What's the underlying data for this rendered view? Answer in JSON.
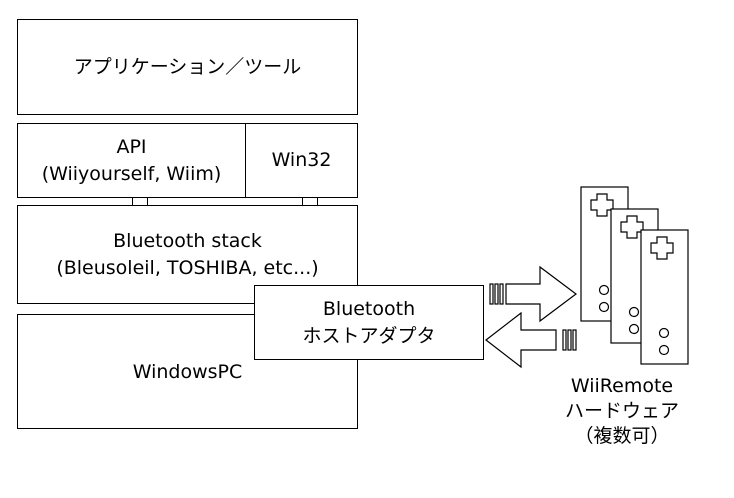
{
  "layers": {
    "app": {
      "label": "アプリケーション／ツール"
    },
    "api": {
      "line1": "API",
      "line2": "(Wiiyourself, Wiim)"
    },
    "win32": {
      "label": "Win32"
    },
    "stack": {
      "line1": "Bluetooth stack",
      "line2": "(Bleusoleil, TOSHIBA, etc...)"
    },
    "pc": {
      "label": "WindowsPC"
    },
    "adapter": {
      "line1": "Bluetooth",
      "line2": "ホストアダプタ"
    }
  },
  "remote_caption": {
    "line1": "WiiRemote",
    "line2": "ハードウェア",
    "line3": "（複数可）"
  },
  "colors": {
    "stroke": "#000000",
    "fill": "#ffffff"
  },
  "icons": [
    "arrow-right-icon",
    "arrow-left-icon",
    "wii-remote-icon",
    "dpad-icon"
  ]
}
